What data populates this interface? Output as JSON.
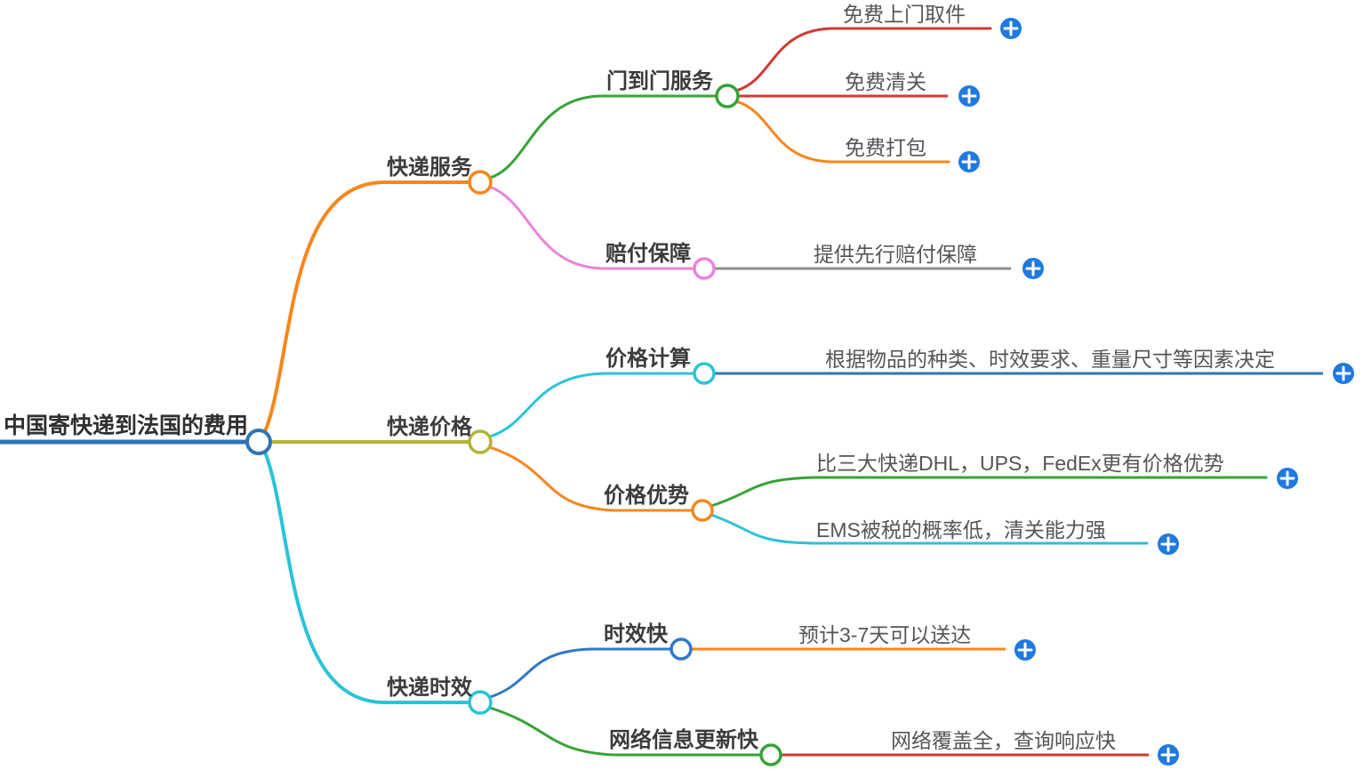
{
  "title": "中国寄快递到法国的费用",
  "root": {
    "label": "中国寄快递到法国的费用"
  },
  "branches": [
    {
      "label": "快递服务",
      "color": "#f8861c",
      "children": [
        {
          "label": "门到门服务",
          "color": "#36a336",
          "leaves": [
            {
              "text": "免费上门取件",
              "line_color": "#cf3a32"
            },
            {
              "text": "免费清关",
              "line_color": "#cf3a32"
            },
            {
              "text": "免费打包",
              "line_color": "#f8861c"
            }
          ]
        },
        {
          "label": "赔付保障",
          "color": "#ec83dc",
          "leaves": [
            {
              "text": "提供先行赔付保障",
              "line_color": "#8c8c8c"
            }
          ]
        }
      ]
    },
    {
      "label": "快递价格",
      "color": "#b2b23a",
      "children": [
        {
          "label": "价格计算",
          "color": "#2bc3d8",
          "leaves": [
            {
              "text": "根据物品的种类、时效要求、重量尺寸等因素决定",
              "line_color": "#2e74b5"
            }
          ]
        },
        {
          "label": "价格优势",
          "color": "#f8861c",
          "leaves": [
            {
              "text": "比三大快递DHL，UPS，FedEx更有价格优势",
              "line_color": "#36a336"
            },
            {
              "text": "EMS被税的概率低，清关能力强",
              "line_color": "#2bc3d8"
            }
          ]
        }
      ]
    },
    {
      "label": "快递时效",
      "color": "#2bc3d8",
      "children": [
        {
          "label": "时效快",
          "color": "#2e79c6",
          "leaves": [
            {
              "text": "预计3-7天可以送达",
              "line_color": "#f8861c"
            }
          ]
        },
        {
          "label": "网络信息更新快",
          "color": "#36a336",
          "leaves": [
            {
              "text": "网络覆盖全，查询响应快",
              "line_color": "#cf3a32"
            }
          ]
        }
      ]
    }
  ],
  "colors": {
    "root_line": "#2e74b5",
    "orange": "#f8861c",
    "olive": "#b2b23a",
    "cyan": "#2bc3d8",
    "green": "#36a336",
    "pink": "#ec83dc",
    "red": "#cf3a32",
    "gray": "#8c8c8c",
    "blue": "#2e74b5",
    "add_badge": "#1f7ae0",
    "label_text": "#3b3b3b",
    "leaf_text": "#555555"
  },
  "icons": {
    "add": "plus-icon"
  }
}
